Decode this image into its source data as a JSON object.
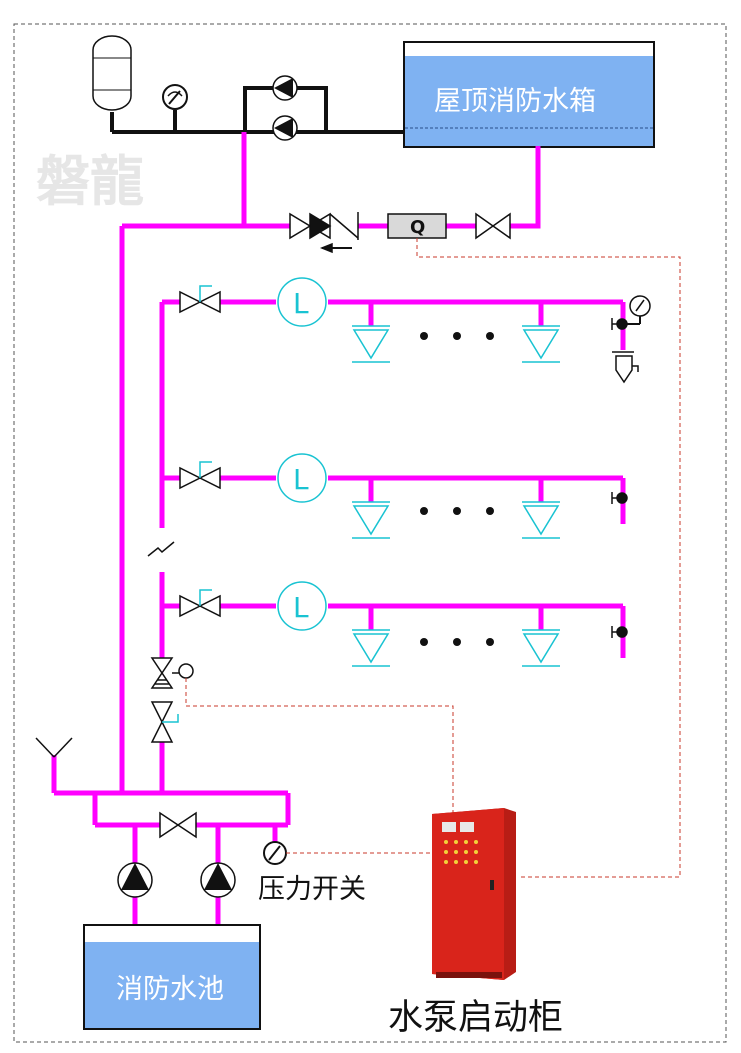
{
  "labels": {
    "roof_tank": "屋顶消防水箱",
    "flow_switch": "Q",
    "pool": "消防水池",
    "pressure_switch": "压力开关",
    "cabinet": "水泵启动柜",
    "flow_indicator": "L",
    "watermark": "磐龍"
  },
  "colors": {
    "pipe": "#ff00ff",
    "sprinkler": "#19c3d2",
    "water": "#7fb2f2",
    "control_line": "#c8392b",
    "cabinet": "#d9241b"
  },
  "icons": [
    "pressure-tank-icon",
    "pressure-gauge-icon",
    "pump-icon",
    "gate-valve-icon",
    "check-valve-icon",
    "signal-valve-icon",
    "alarm-valve-icon",
    "sprinkler-icon",
    "flow-indicator-icon",
    "flow-switch-icon",
    "test-drain-valve-icon",
    "control-cabinet-icon",
    "water-inlet-icon"
  ]
}
